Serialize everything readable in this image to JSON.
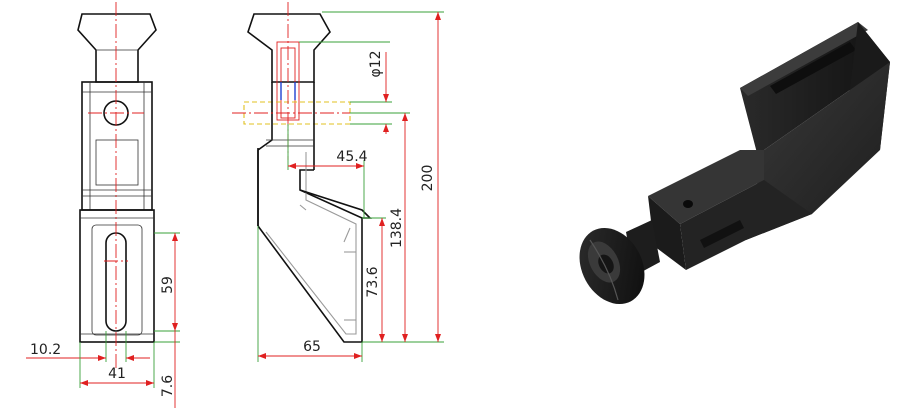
{
  "dimensions": {
    "width_10_2": "10.2",
    "width_41": "41",
    "height_7_6": "7.6",
    "height_59": "59",
    "diameter_12": "φ12",
    "length_45_4": "45.4",
    "height_200": "200",
    "height_138_4": "138.4",
    "height_73_6": "73.6",
    "width_65": "65"
  },
  "colors": {
    "outline": "#111111",
    "dimension_line": "#e02020",
    "extension_line": "#3aa03a",
    "hidden_line": "#e0c020",
    "highlight": "#2040d0",
    "part_render": "#2a2a2a"
  }
}
